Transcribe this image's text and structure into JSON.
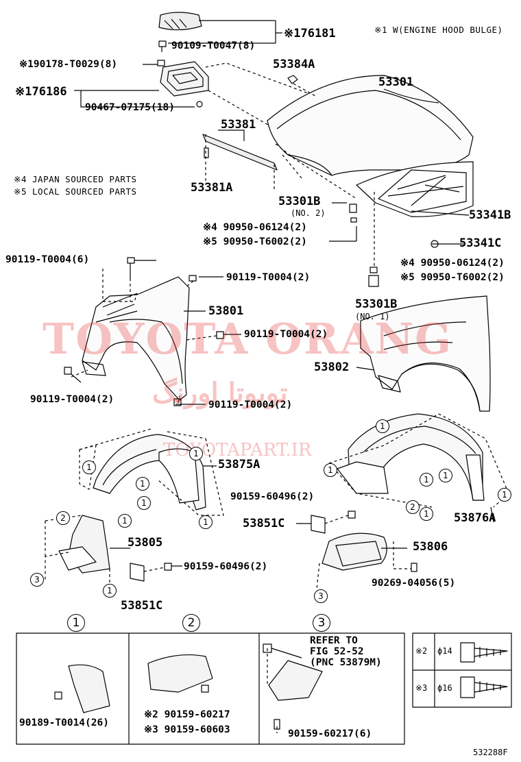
{
  "notes": {
    "engine_hood_bulge": "※1 W(ENGINE HOOD BULGE)",
    "japan_sourced": "※4 JAPAN SOURCED PARTS",
    "local_sourced": "※5 LOCAL SOURCED PARTS"
  },
  "watermark": {
    "main": "TOYOTA ORANG",
    "arabic": "تويوتا اورنگ",
    "site": "TOYOTAPART.IR"
  },
  "labels": {
    "p176181": "※176181",
    "p90109": "90109-T0047(8)",
    "p190178": "※190178-T0029(8)",
    "p176186": "※176186",
    "p90467": "90467-07175(18)",
    "p53384A": "53384A",
    "p53301": "53301",
    "p53381": "53381",
    "p53381A": "53381A",
    "p53301B_no2": "53301B",
    "no2": "(NO. 2)",
    "p90950_06124_left": "※4 90950-06124(2)",
    "p90950_T6002_left": "※5 90950-T6002(2)",
    "p53341B": "53341B",
    "p53341C": "53341C",
    "p90950_06124_right": "※4 90950-06124(2)",
    "p90950_T6002_right": "※5 90950-T6002(2)",
    "p53301B_no1": "53301B",
    "no1": "(NO. 1)",
    "p90119_a": "90119-T0004(6)",
    "p90119_b": "90119-T0004(2)",
    "p53801": "53801",
    "p90119_c": "90119-T0004(2)",
    "p53802": "53802",
    "p90119_d": "90119-T0004(2)",
    "p90119_e": "90119-T0004(2)",
    "p53875A": "53875A",
    "p90159_60496_upper": "90159-60496(2)",
    "p53851C_right": "53851C",
    "p53876A": "53876A",
    "p53805": "53805",
    "p53806": "53806",
    "p90159_60496_lower": "90159-60496(2)",
    "p90269": "90269-04056(5)",
    "p53851C_left": "53851C"
  },
  "detail_boxes": {
    "box1": {
      "number": "1",
      "part": "90189-T0014(26)"
    },
    "box2": {
      "number": "2",
      "part_a": "※2 90159-60217",
      "part_b": "※3 90159-60603"
    },
    "box3": {
      "number": "3",
      "refer_1": "REFER TO",
      "refer_2": "FIG 52-52",
      "refer_3": "(PNC 53879M)",
      "part": "90159-60217(6)"
    },
    "screw_table": {
      "row1_mark": "※2",
      "row1_dia": "ϕ14",
      "row2_mark": "※3",
      "row2_dia": "ϕ16"
    }
  },
  "callout_numbers": [
    "1",
    "2",
    "3"
  ],
  "figure_id": "532288F"
}
